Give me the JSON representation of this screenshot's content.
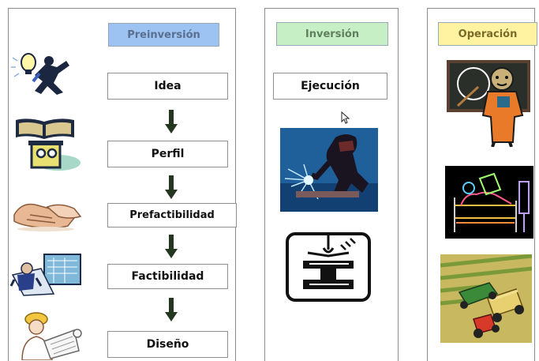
{
  "phases": {
    "preinversion": {
      "title": "Preinversión",
      "header_color": "#9dc3f2",
      "header_text_color": "#5a6f8f",
      "stages": [
        "Idea",
        "Perfil",
        "Prefactibilidad",
        "Factibilidad",
        "Diseño"
      ]
    },
    "inversion": {
      "title": "Inversión",
      "header_color": "#c6efc6",
      "header_text_color": "#5f7f5f",
      "stages": [
        "Ejecución"
      ]
    },
    "operacion": {
      "title": "Operación",
      "header_color": "#fff2a0",
      "header_text_color": "#7a6a2a"
    }
  },
  "colors": {
    "arrow": "#24361f",
    "panel_border": "#8c8c8c"
  },
  "icons": {
    "idea": "lightbulb-runner-icon",
    "perfil": "book-reader-icon",
    "prefactibilidad": "handshake-icon",
    "factibilidad": "engineer-blueprint-icon",
    "diseno": "architect-plans-icon",
    "ejecucion": "welder-icon",
    "steel_beam": "steel-beam-icon",
    "teacher": "teacher-blackboard-icon",
    "patient": "hospital-bed-icon",
    "harvest": "tractor-harvest-icon"
  }
}
